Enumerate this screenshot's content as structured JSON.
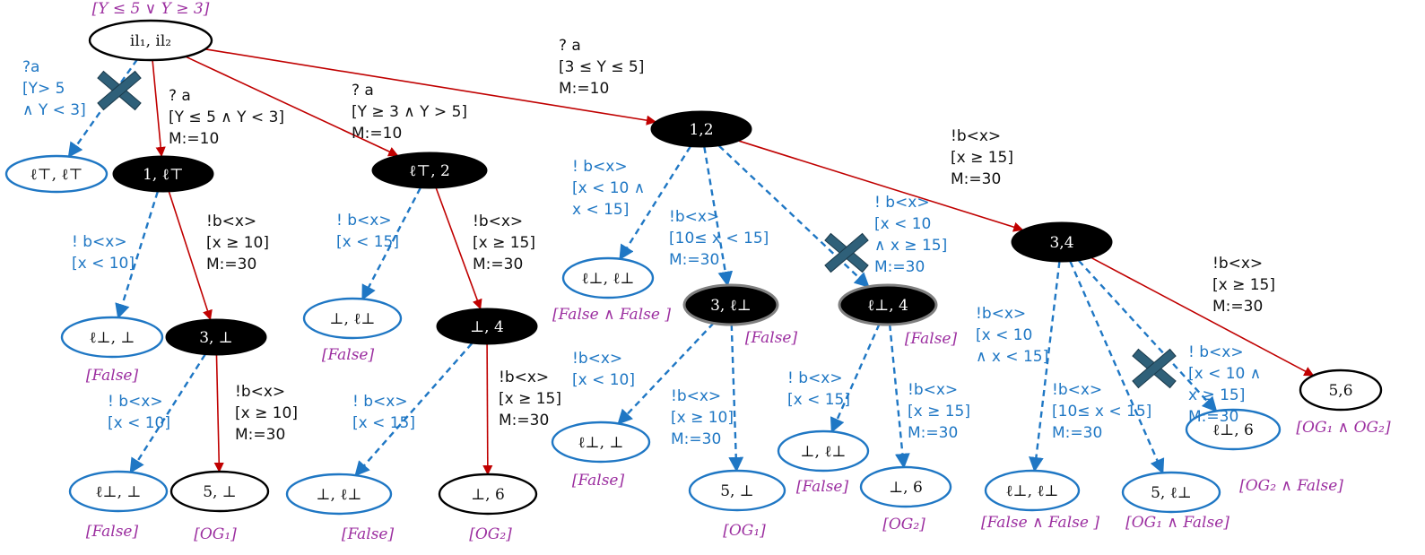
{
  "colors": {
    "red": "#C00000",
    "blue": "#1F77C4",
    "purple": "#9C2FA0",
    "dark": "#000000",
    "cross": "#2F6079"
  },
  "nodes": {
    "root": "il₁, il₂",
    "lT_lT": "ℓ⊤, ℓ⊤",
    "n1_lT": "1, ℓ⊤",
    "lT_2": "ℓ⊤, 2",
    "n12": "1,2",
    "lb_bot_a": "ℓ⊥, ⊥",
    "n3_bot": "3, ⊥",
    "bot_lb_a": "⊥, ℓ⊥",
    "bot_4": "⊥, 4",
    "lb_lb_a": "ℓ⊥, ℓ⊥",
    "n3_lb": "3, ℓ⊥",
    "lb_4": "ℓ⊥, 4",
    "n34": "3,4",
    "n56": "5,6",
    "lb_bot_b": "ℓ⊥, ⊥",
    "n5_bot_a": "5, ⊥",
    "bot_lb_b": "⊥, ℓ⊥",
    "bot_6_a": "⊥, 6",
    "lb_bot_c": "ℓ⊥, ⊥",
    "n5_bot_b": "5, ⊥",
    "bot_lb_c": "⊥, ℓ⊥",
    "bot_6_b": "⊥, 6",
    "lb_lb_b": "ℓ⊥, ℓ⊥",
    "n5_lb": "5, ℓ⊥",
    "lb_6": "ℓ⊥, 6"
  },
  "conditions": {
    "root": "[Y ≤ 5 ∨ Y ≥ 3]",
    "lb_bot_a": "[False]",
    "bot_lb_a": "[False]",
    "lb_lb_a": "[False ∧ False ]",
    "n3_lb": "[False]",
    "lb_4": "[False]",
    "n56": "[OG₁ ∧ OG₂]",
    "lb_bot_b": "[False]",
    "n5_bot_a": "[OG₁]",
    "bot_lb_b": "[False]",
    "bot_6_a": "[OG₂]",
    "lb_bot_c": "[False]",
    "n5_bot_b": "[OG₁]",
    "bot_lb_c": "[False]",
    "bot_6_b": "[OG₂]",
    "lb_lb_b": "[False ∧ False ]",
    "n5_lb": "[OG₁ ∧ False]",
    "lb_6": "[OG₂ ∧ False]"
  },
  "edge_labels": {
    "e_root_lTlT": [
      "?a",
      "[Y> 5",
      "∧ Y < 3]"
    ],
    "e_root_1lT": [
      "? a",
      "[Y ≤ 5 ∧ Y < 3]",
      "M:=10"
    ],
    "e_root_lT2": [
      "? a",
      "[Y ≥ 3 ∧ Y > 5]",
      "M:=10"
    ],
    "e_root_12": [
      "? a",
      "[3 ≤ Y ≤ 5]",
      "M:=10"
    ],
    "e_1lT_lbbot": [
      "! b<x>",
      "[x < 10]"
    ],
    "e_1lT_3bot": [
      "!b<x>",
      "[x ≥ 10]",
      "M:=30"
    ],
    "e_lT2_botlb": [
      "! b<x>",
      "[x < 15]"
    ],
    "e_lT2_bot4": [
      "!b<x>",
      "[x ≥ 15]",
      "M:=30"
    ],
    "e_12_lblb": [
      "! b<x>",
      "[x < 10 ∧",
      "x < 15]"
    ],
    "e_12_3lb": [
      "!b<x>",
      "[10≤ x < 15]",
      "M:=30"
    ],
    "e_12_lb4": [
      "! b<x>",
      "[x < 10",
      "∧ x ≥ 15]",
      "M:=30"
    ],
    "e_12_34": [
      "!b<x>",
      "[x ≥ 15]",
      "M:=30"
    ],
    "e_3bot_lbbot": [
      "! b<x>",
      "[x < 10]"
    ],
    "e_3bot_5bot": [
      "!b<x>",
      "[x ≥ 10]",
      "M:=30"
    ],
    "e_bot4_botlb": [
      "! b<x>",
      "[x < 15]"
    ],
    "e_bot4_bot6": [
      "!b<x>",
      "[x ≥ 15]",
      "M:=30"
    ],
    "e_3lb_lbbot": [
      "!b<x>",
      "[x < 10]"
    ],
    "e_3lb_5bot": [
      "!b<x>",
      "[x ≥ 10]",
      "M:=30"
    ],
    "e_lb4_botlb": [
      "! b<x>",
      "[x < 15]"
    ],
    "e_lb4_bot6": [
      "!b<x>",
      "[x ≥ 15]",
      "M:=30"
    ],
    "e_34_lblb": [
      "!b<x>",
      "[x < 10",
      "∧ x < 15]"
    ],
    "e_34_5lb": [
      "!b<x>",
      "[10≤ x < 15]",
      "M:=30"
    ],
    "e_34_lb6": [
      "! b<x>",
      "[x < 10 ∧",
      "x ≥ 15]",
      "M:=30"
    ],
    "e_34_56": [
      "!b<x>",
      "[x ≥ 15]",
      "M:=30"
    ]
  }
}
